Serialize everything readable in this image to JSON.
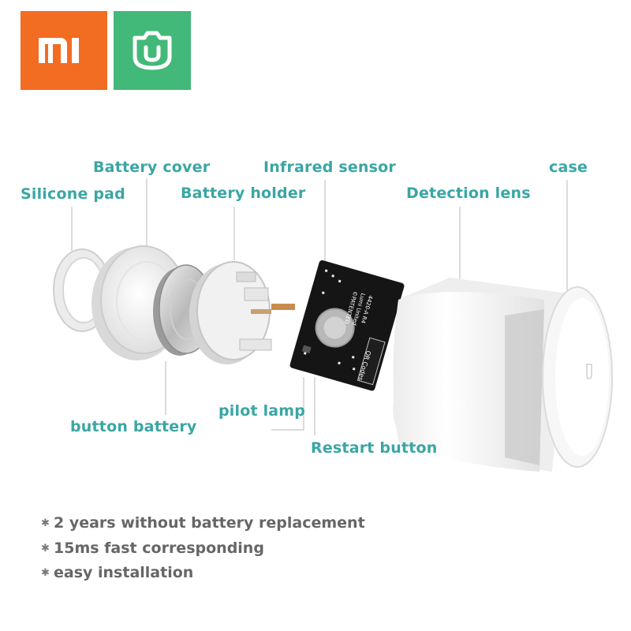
{
  "logos": {
    "mi": "MI",
    "mijia": "mijia"
  },
  "labels": {
    "battery_cover": "Battery cover",
    "infrared_sensor": "Infrared sensor",
    "case": "case",
    "silicone_pad": "Silicone pad",
    "battery_holder": "Battery holder",
    "detection_lens": "Detection lens",
    "pilot_lamp": "pilot lamp",
    "button_battery": "button battery",
    "restart_button": "Restart button"
  },
  "pcb_text": {
    "model": "4420-A R4",
    "maker": "Lumi United",
    "patented": "©PATENTED",
    "qr": "QR Codes"
  },
  "features": [
    "2 years without battery replacement",
    "15ms fast corresponding",
    "easy installation"
  ],
  "colors": {
    "mi_orange": "#f26c22",
    "mijia_green": "#43b979",
    "label_teal": "#3aa6a4"
  }
}
